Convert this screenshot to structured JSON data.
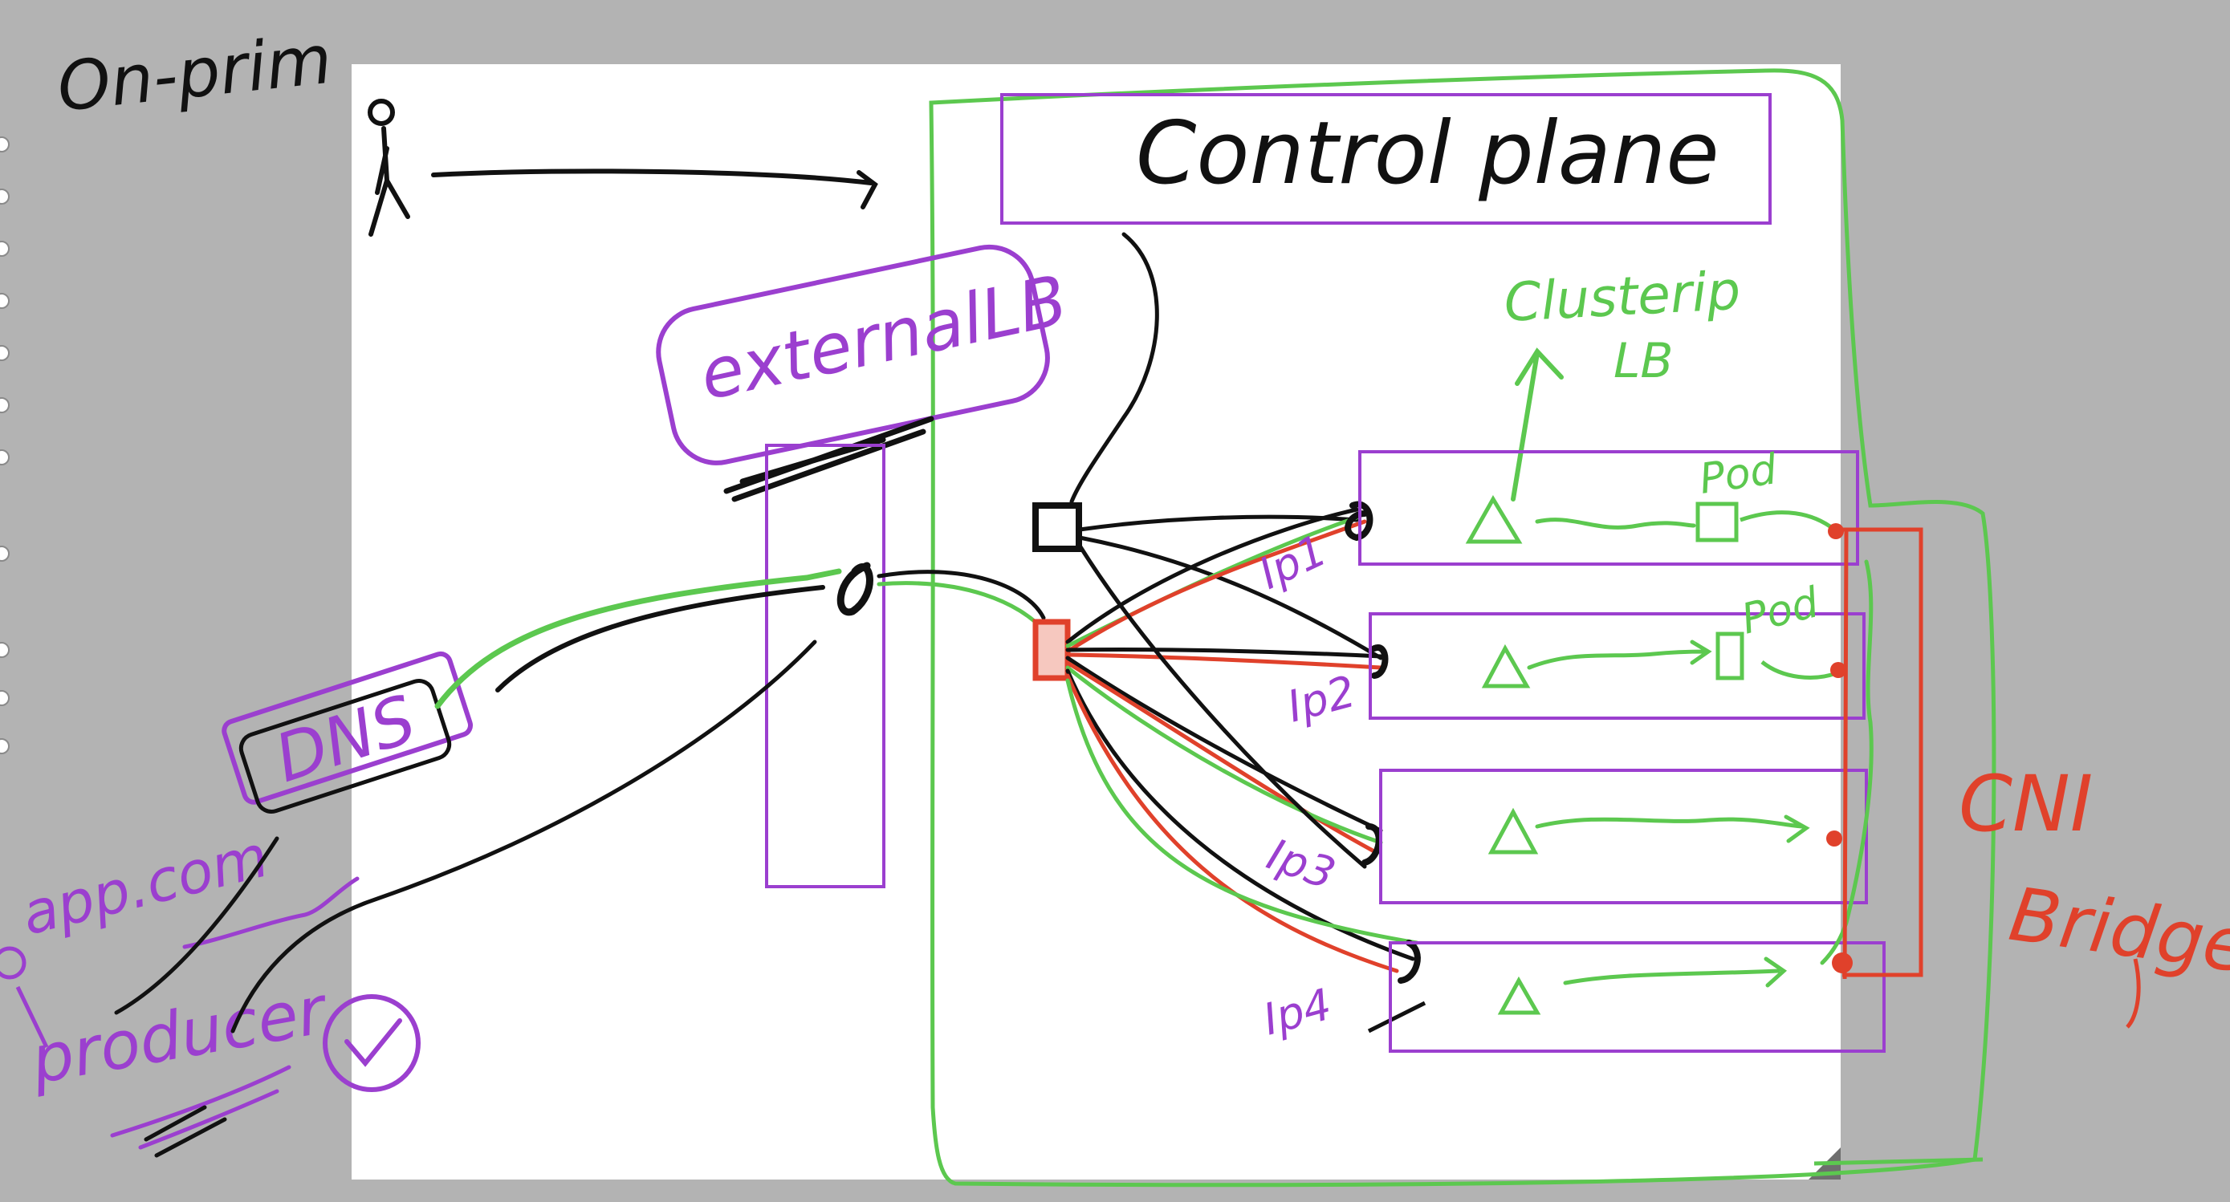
{
  "colors": {
    "background": "#b3b3b3",
    "canvas": "#ffffff",
    "ink_black": "#111111",
    "ink_green": "#5cc84f",
    "ink_purple": "#9b3fcf",
    "ink_red": "#e0412b"
  },
  "labels": {
    "on_prem": "On-prim",
    "control_plane": "Control plane",
    "external_lb": "externalLB",
    "cluster_ip": "Clusterip",
    "cluster_ip_lb": "LB",
    "dns": "DNS",
    "app_com": "app.com",
    "producer": "producer",
    "pod_1": "Pod",
    "pod_2": "Pod",
    "ip1": "Ip1",
    "ip2": "Ip2",
    "ip3": "Ip3",
    "ip4": "Ip4",
    "cni": "CNI",
    "bridge": "Bridge"
  },
  "icons": {
    "user": "stick-figure-icon",
    "check": "check-circle-icon",
    "service": "triangle-icon",
    "pod": "square-icon"
  }
}
